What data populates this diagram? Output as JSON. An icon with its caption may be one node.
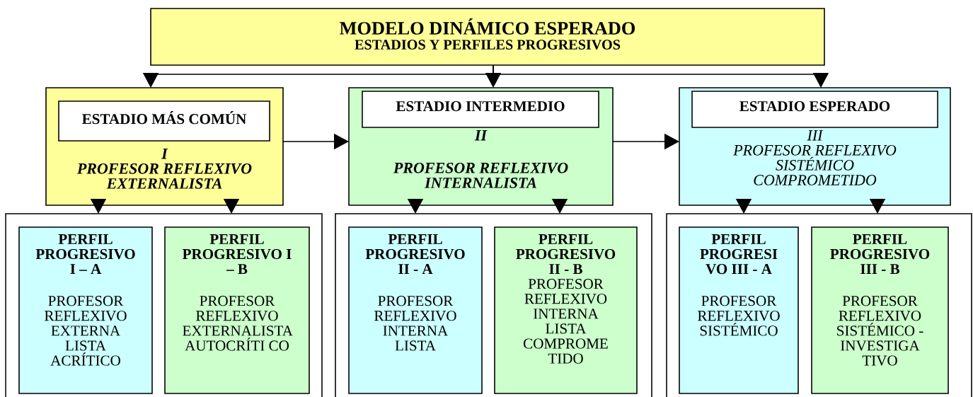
{
  "diagram": {
    "nodes": [
      {
        "text": [
          "MODELO DINÁMICO ESPERADO",
          "ESTADIOS Y PERFILES PROGRESIVOS"
        ]
      },
      {
        "text": [
          "I",
          "PROFESOR REFLEXIVO EXTERNALISTA"
        ]
      },
      {
        "text": [
          "ESTADIO MÁS COMÚN"
        ],
        "in": 1
      },
      {
        "text": [
          "II",
          "PROFESOR REFLEXIVO INTERNALISTA"
        ]
      },
      {
        "text": [
          "ESTADIO INTERMEDIO"
        ],
        "in": 3
      },
      {
        "text": [
          "III",
          "PROFESOR REFLEXIVO SISTÉMICO COMPROMETIDO"
        ]
      },
      {
        "text": [
          "ESTADIO ESPERADO"
        ],
        "in": 5
      },
      {
        "text": [],
        "shape": "box"
      },
      {
        "text": [
          "PERFIL PROGRESIVO I – A",
          "PROFESOR REFLEXIVO EXTERNA LISTA ACRÍTICO"
        ],
        "in": 7
      },
      {
        "text": [
          "PERFIL PROGRESIVO I – B",
          "PROFESOR REFLEXIVO EXTERNALISTA AUTOCRÍTI CO"
        ],
        "in": 7
      },
      {
        "text": [],
        "shape": "box"
      },
      {
        "text": [
          "PERFIL PROGRESIVO II - A",
          "PROFESOR REFLEXIVO INTERNA LISTA"
        ],
        "in": 10
      },
      {
        "text": [
          "PERFIL PROGRESIVO II - B",
          "PROFESOR REFLEXIVO INTERNA LISTA COMPROME TIDO"
        ],
        "in": 10
      },
      {
        "text": [],
        "shape": "box"
      },
      {
        "text": [
          "PERFIL PROGRESI VO III - A",
          "PROFESOR REFLEXIVO SISTÉMICO"
        ],
        "in": 13
      },
      {
        "text": [
          "PERFIL PROGRESIVO III - B",
          "PROFESOR REFLEXIVO SISTÉMICO - INVESTIGA TIVO"
        ],
        "in": 13
      }
    ],
    "edges": [
      {
        "from": 0,
        "to": 1,
        "arrow": "to"
      },
      {
        "from": 0,
        "to": 3,
        "arrow": "to"
      },
      {
        "from": 0,
        "to": 5,
        "arrow": "to"
      },
      {
        "from": 1,
        "to": 3,
        "arrow": "to"
      },
      {
        "from": 3,
        "to": 5,
        "arrow": "to"
      },
      {
        "from": 1,
        "to": 7,
        "arrow": "to"
      },
      {
        "from": 1,
        "to": 7,
        "arrow": "to"
      },
      {
        "from": 3,
        "to": 10,
        "arrow": "to"
      },
      {
        "from": 3,
        "to": 10,
        "arrow": "to"
      },
      {
        "from": 5,
        "to": 13,
        "arrow": "to"
      },
      {
        "from": 5,
        "to": 13,
        "arrow": "to"
      }
    ]
  }
}
